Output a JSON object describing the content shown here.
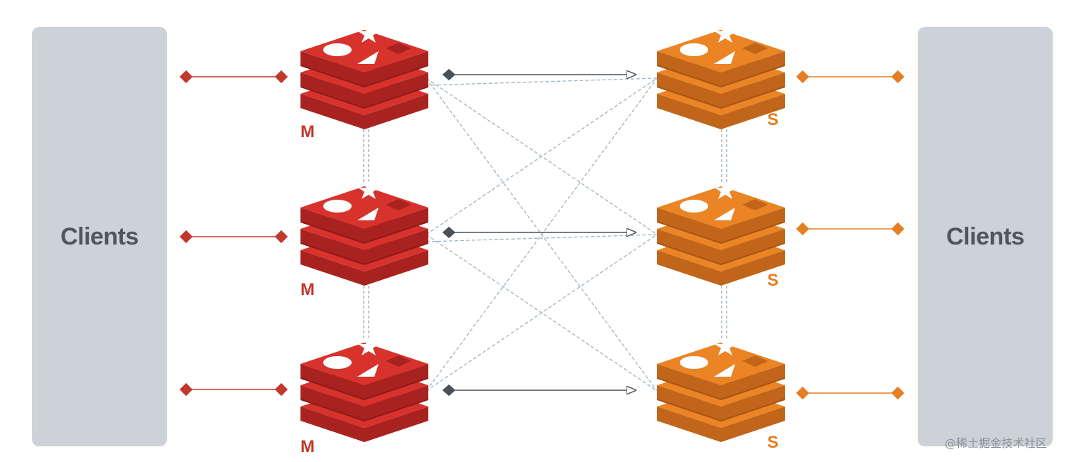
{
  "clients": {
    "left_label": "Clients",
    "right_label": "Clients"
  },
  "nodes": {
    "master_label": "M",
    "slave_label": "S",
    "master_count": 3,
    "slave_count": 3
  },
  "colors": {
    "master": "#d02e2a",
    "master_dark": "#a82220",
    "slave": "#e67e22",
    "slave_dark": "#c0651a",
    "panel": "#ccd2d8",
    "client_text": "#4f565c",
    "replication_arrow": "#4a5259",
    "mesh_line": "#9fb3c0"
  },
  "watermark": "@稀土掘金技术社区"
}
